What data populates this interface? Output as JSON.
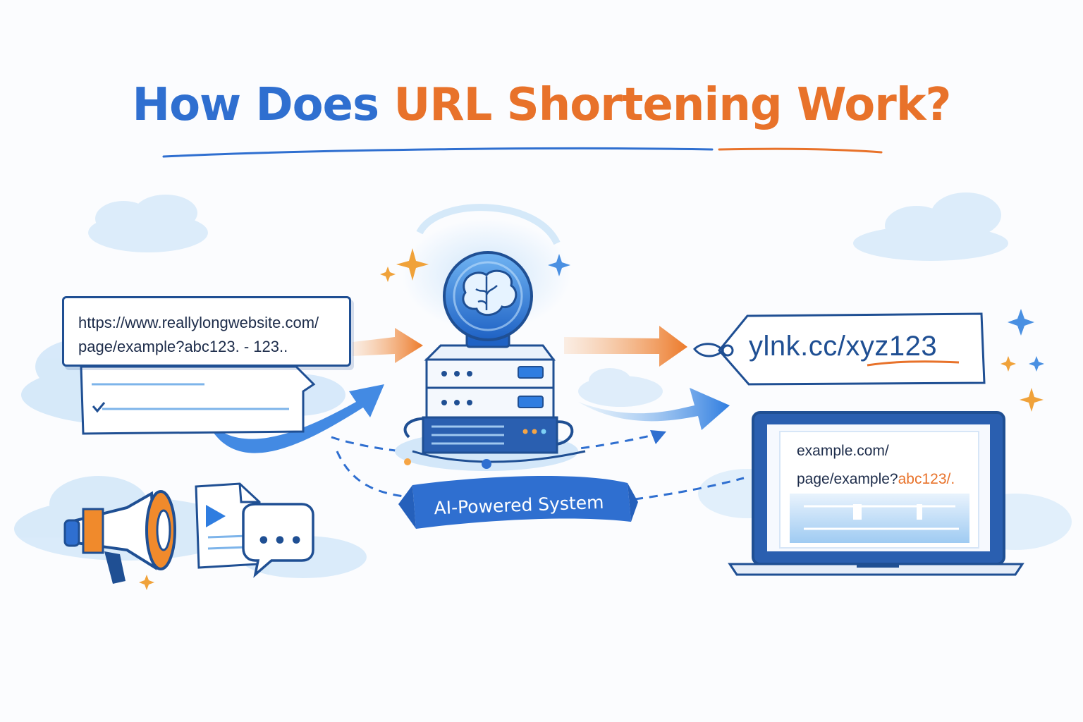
{
  "title": {
    "part1": "How Does ",
    "part2": "URL Shortening Work",
    "part3": "?"
  },
  "long_url": {
    "line1": "https://www.reallylongwebsite.com/",
    "line2": "page/example?abc123. - 123.."
  },
  "short_url": {
    "prefix": "ylnk.cc/",
    "code": "xyz123"
  },
  "destination": {
    "line1": "example.com/",
    "line2_prefix": "page/example?",
    "line2_highlight": "abc123/."
  },
  "system_label": "AI-Powered System",
  "chat_bubble_text": "•••",
  "colors": {
    "primary_blue": "#2f6fd0",
    "dark_blue": "#1f4f93",
    "accent_orange": "#e8722a",
    "sky_blue": "#bcdcf5"
  },
  "icons": [
    "brain-icon",
    "server-icon",
    "megaphone-icon",
    "document-icon",
    "chat-bubble-icon",
    "laptop-icon",
    "tag-icon",
    "sparkle-icon",
    "cloud-icon",
    "arrow-icon"
  ]
}
